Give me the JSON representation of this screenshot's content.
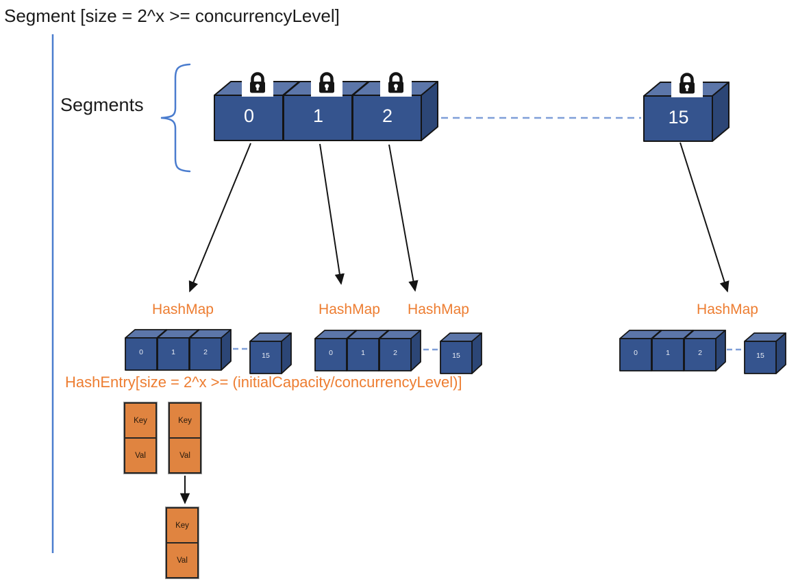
{
  "title": "Segment [size = 2^x >= concurrencyLevel]",
  "segments_label": "Segments",
  "segment_boxes": [
    "0",
    "1",
    "2",
    "15"
  ],
  "hashmap_labels": [
    "HashMap",
    "HashMap",
    "HashMap",
    "HashMap"
  ],
  "hashentry_label": "HashEntry[size = 2^x >= (initialCapacity/concurrencyLevel)]",
  "bucket_rows": [
    {
      "cells": [
        "0",
        "1",
        "2",
        "15"
      ]
    },
    {
      "cells": [
        "0",
        "1",
        "2",
        "15"
      ]
    },
    {
      "cells": [
        "0",
        "1",
        "2",
        "15"
      ]
    }
  ],
  "entry_nodes": [
    {
      "key": "Key",
      "val": "Val"
    },
    {
      "key": "Key",
      "val": "Val"
    },
    {
      "key": "Key",
      "val": "Val"
    }
  ],
  "icons": {
    "lock": "lock-icon",
    "arrow": "arrow-icon",
    "brace": "curly-brace-icon"
  },
  "colors": {
    "box_front": "#35548e",
    "box_top": "#5c76a9",
    "box_side": "#2c4676",
    "box_stroke": "#141414",
    "accent_orange": "#ED7D31",
    "entry_fill": "#e08440",
    "dash_blue": "#7e9ed8",
    "line_blue": "#4a7cce"
  }
}
